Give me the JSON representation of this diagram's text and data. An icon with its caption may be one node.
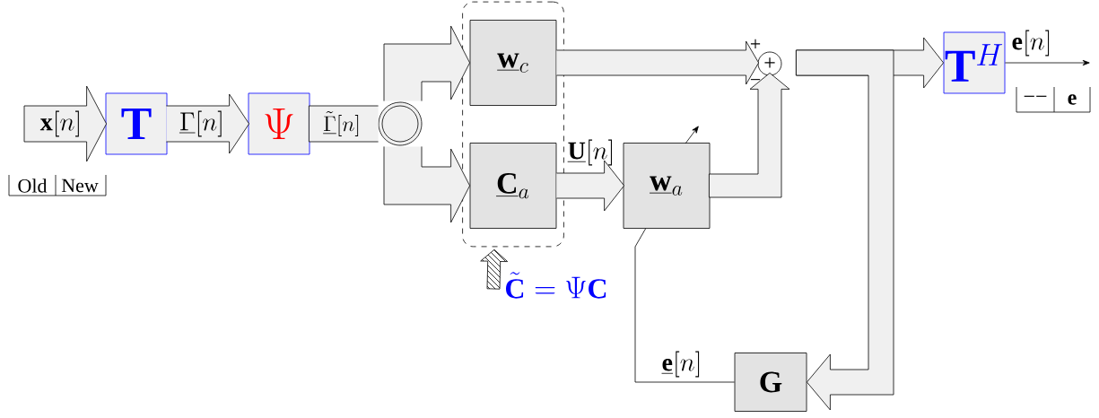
{
  "diagram": {
    "nodes": [
      {
        "text": [
          "\\mathbf{T}"
        ]
      },
      {
        "text": [
          "\\Psi"
        ]
      },
      {
        "text": [],
        "shape": "circle"
      },
      {
        "text": [],
        "shape": "box"
      },
      {
        "text": [
          "\\underline{\\mathbf{w}}_{c}"
        ],
        "in": 3
      },
      {
        "text": [
          "\\underline{\\mathbf{C}}_{a}"
        ],
        "in": 3
      },
      {
        "text": [
          "+"
        ],
        "beside": [
          "+",
          "−"
        ]
      },
      {
        "text": [
          "\\underline{\\mathbf{w}}_{a}"
        ]
      },
      {
        "text": [
          "\\mathbf{T}^{H}"
        ]
      },
      {
        "text": [
          "\\mathbf{G}"
        ]
      }
    ],
    "edges": [
      {
        "from": null,
        "to": 0,
        "arrow": "to",
        "label": "\\mathbf{x}[n]"
      },
      {
        "from": 0,
        "to": 1,
        "arrow": "to",
        "label": "\\underline{\\Gamma}[n]"
      },
      {
        "from": 1,
        "to": 2,
        "arrow": "none",
        "label": "\\underline{\\tilde{\\Gamma}}[n]"
      },
      {
        "from": 2,
        "to": 4,
        "arrow": "to"
      },
      {
        "from": 2,
        "to": 5,
        "arrow": "to"
      },
      {
        "from": 4,
        "to": 6,
        "arrow": "to"
      },
      {
        "from": 5,
        "to": 7,
        "arrow": "to",
        "label": "\\underline{\\mathbf{U}}[n]"
      },
      {
        "from": 7,
        "to": 6,
        "arrow": "to"
      },
      {
        "from": 6,
        "to": 8,
        "arrow": "to"
      },
      {
        "from": 6,
        "to": 9,
        "arrow": "to"
      },
      {
        "from": 9,
        "to": 7,
        "arrow": "none",
        "label": "\\underline{\\mathbf{e}}[n]"
      },
      {
        "from": 8,
        "to": null,
        "arrow": "to",
        "label": "\\mathbf{e}[n]"
      },
      {
        "from": null,
        "to": 3,
        "arrow": "to",
        "label": "\\tilde{\\mathbf{C}}=\\Psi\\mathbf{C}"
      }
    ],
    "labels": [
      "Old",
      "New",
      "−−",
      "\\mathbf{e}"
    ]
  }
}
